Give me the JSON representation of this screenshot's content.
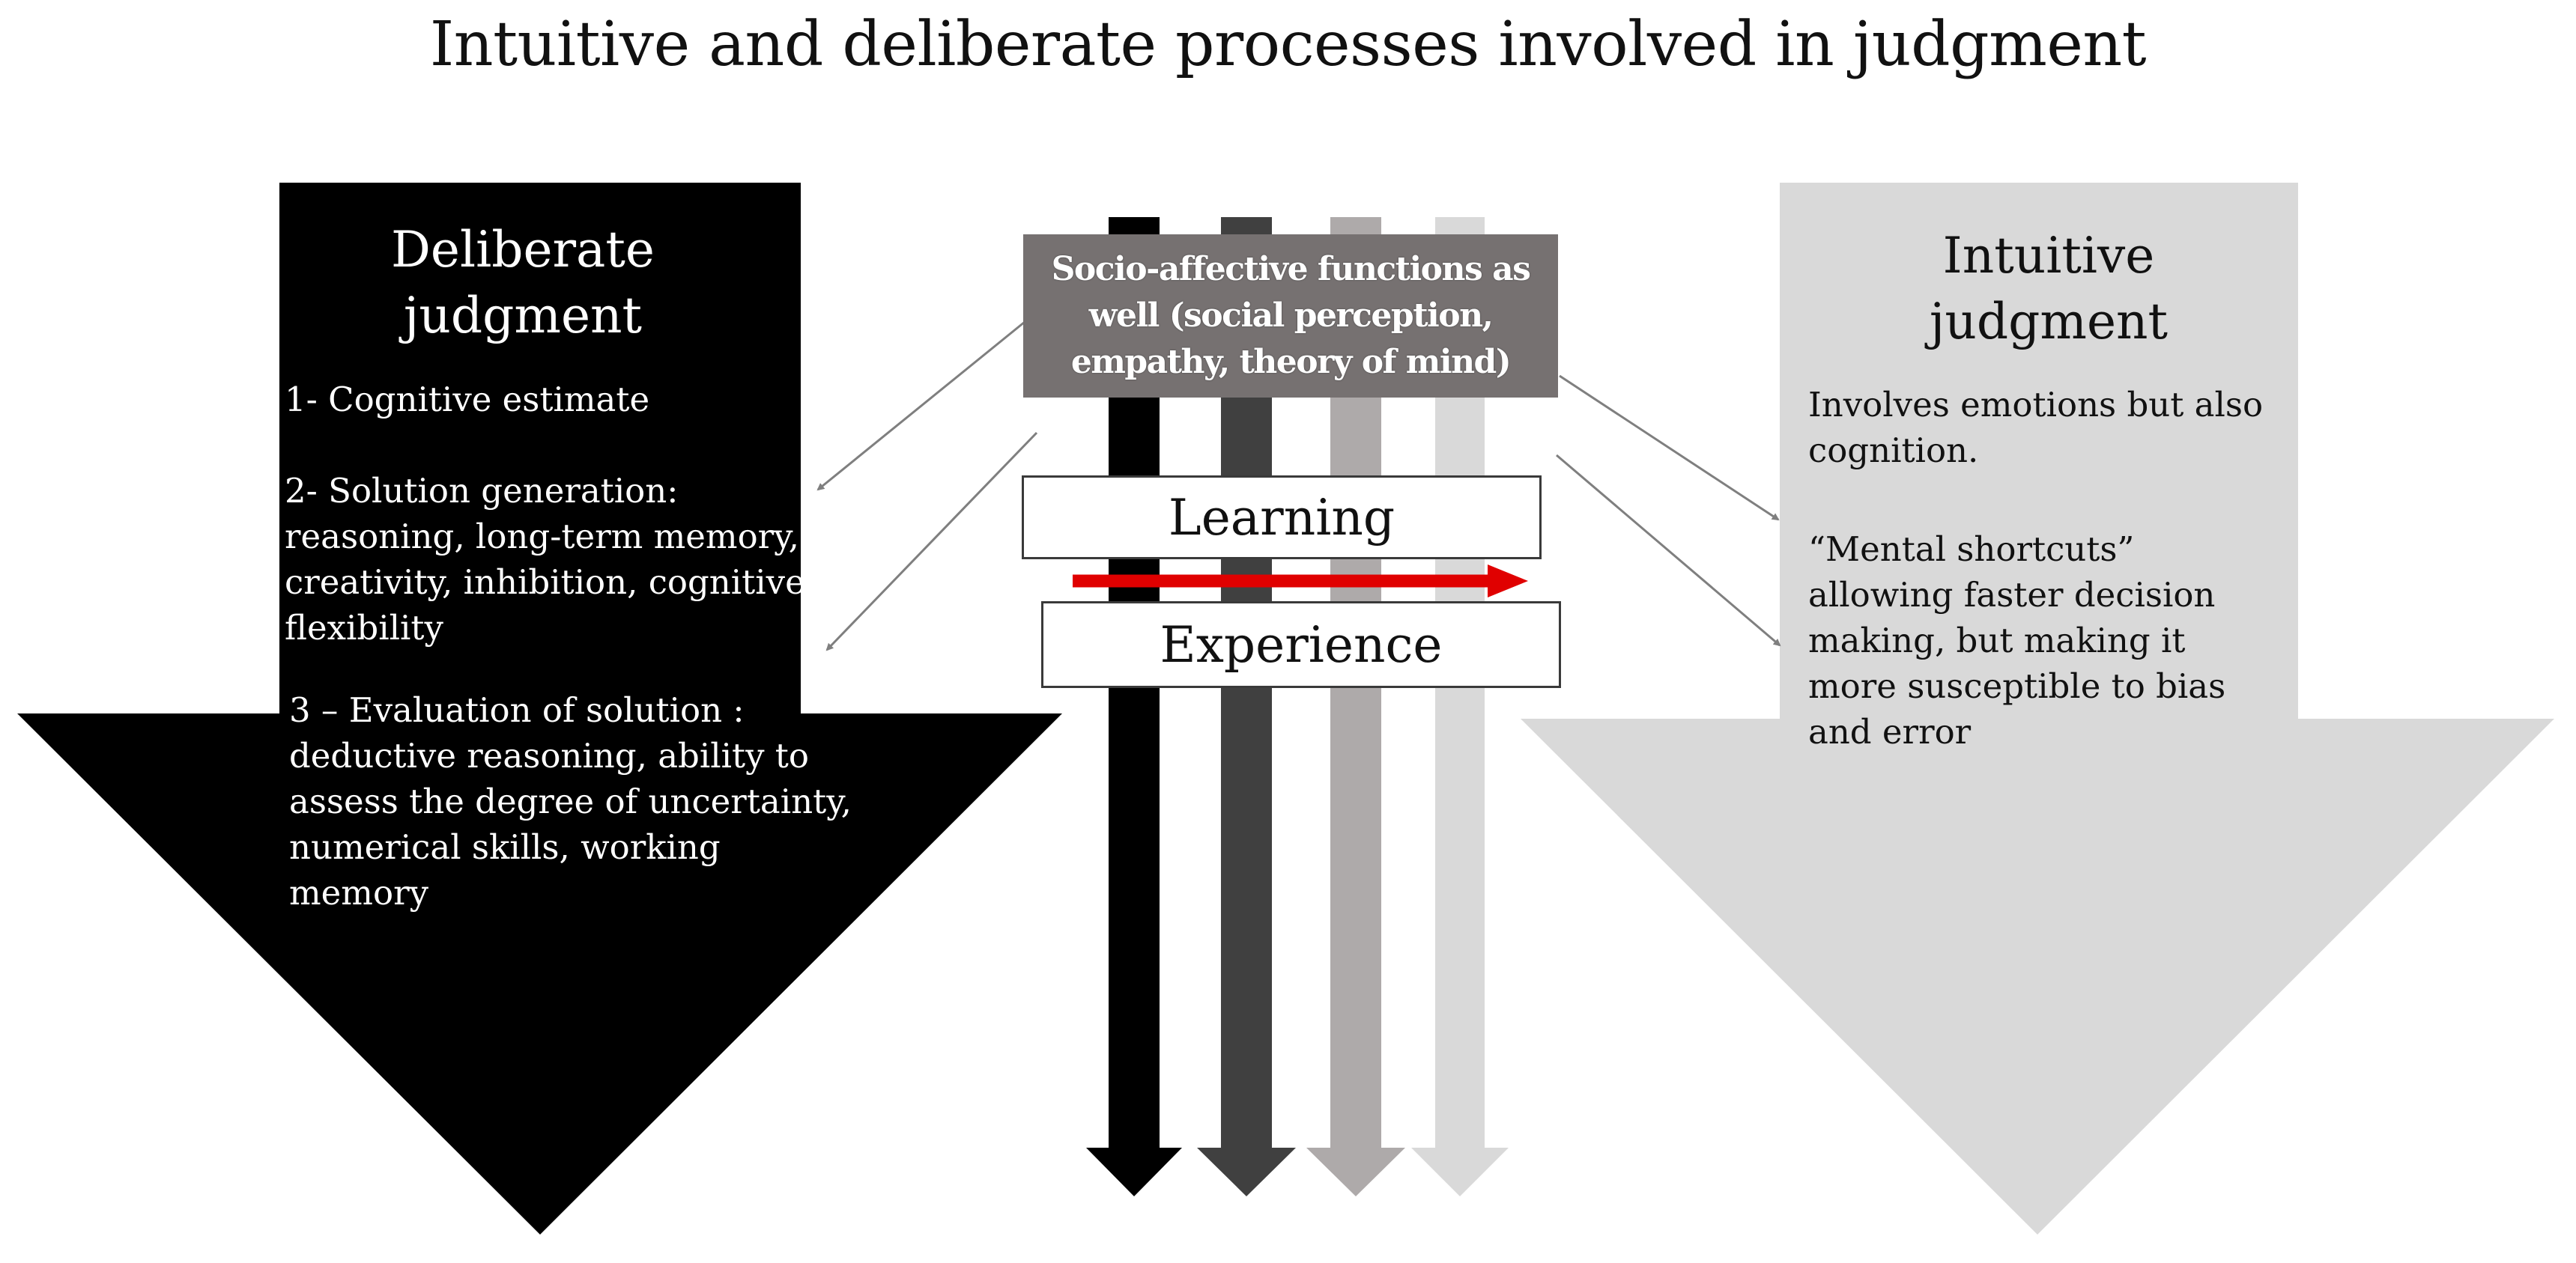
{
  "title": "Intuitive and deliberate processes involved in judgment",
  "deliberate": {
    "heading_line1": "Deliberate",
    "heading_line2": "judgment",
    "item1": "1- Cognitive estimate",
    "item2_line1": "2- Solution generation:",
    "item2_line2": "reasoning, long-term memory,",
    "item2_line3": "creativity, inhibition, cognitive",
    "item2_line4": "flexibility",
    "item3_line1": "3 – Evaluation of solution :",
    "item3_line2": "deductive reasoning, ability to",
    "item3_line3": "assess the degree of uncertainty,",
    "item3_line4": "numerical skills, working",
    "item3_line5": "memory",
    "color": "#000000"
  },
  "intuitive": {
    "heading_line1": "Intuitive",
    "heading_line2": "judgment",
    "para1_line1": "Involves emotions but also",
    "para1_line2": "cognition.",
    "para2_line1": "“Mental shortcuts”",
    "para2_line2": "allowing faster decision",
    "para2_line3": "making, but making it",
    "para2_line4": "more susceptible to bias",
    "para2_line5": "and error",
    "color": "#d9d9d9"
  },
  "center": {
    "socio_line1": "Socio-affective functions as",
    "socio_line2": "well (social perception,",
    "socio_line3": "empathy, theory of mind)",
    "socio_color": "#767171",
    "learning": "Learning",
    "experience": "Experience",
    "progress_arrow_color": "#e00000",
    "gradient_arrow_colors": [
      "#000000",
      "#404040",
      "#aeaaaa",
      "#d9d9d9"
    ]
  }
}
